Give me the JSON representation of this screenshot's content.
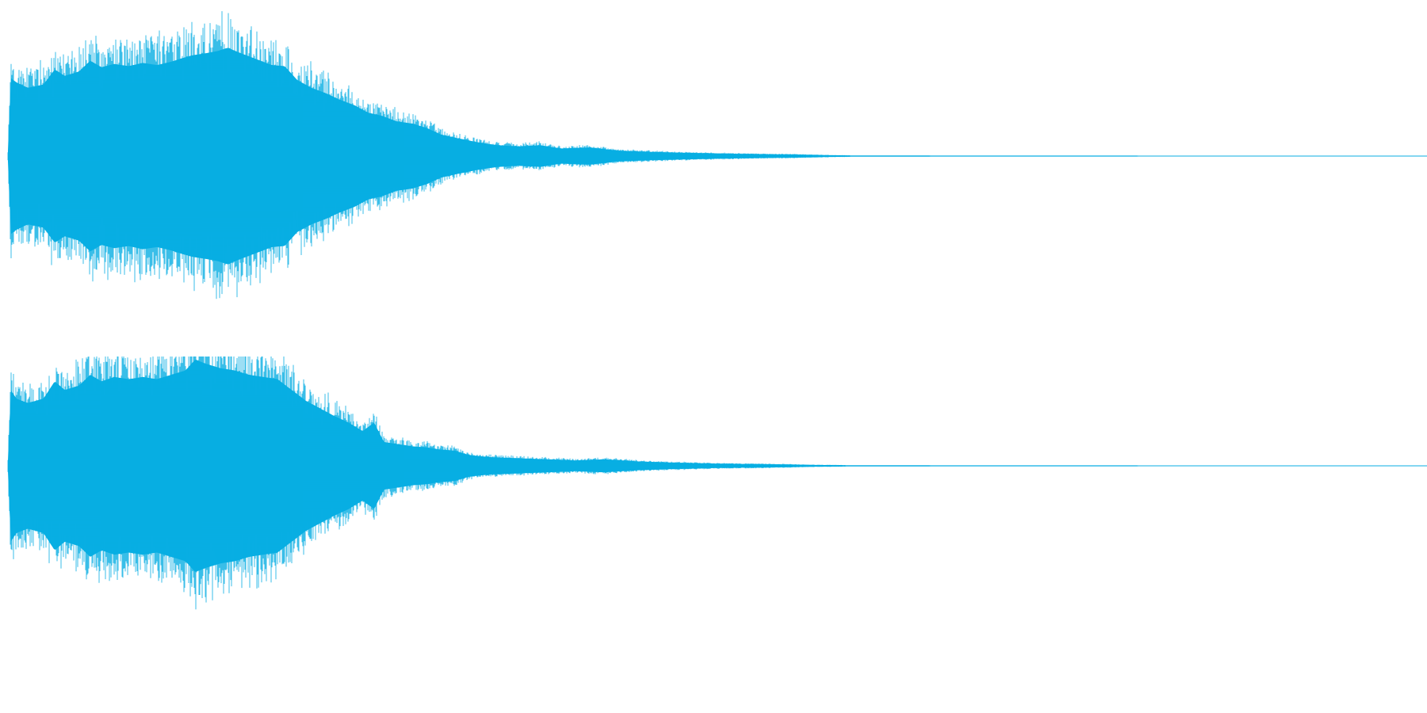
{
  "waveform": {
    "color": "#08aee3",
    "channels": [
      {
        "name": "left",
        "envelope": [
          [
            0.0,
            0.05
          ],
          [
            0.002,
            0.72
          ],
          [
            0.006,
            0.68
          ],
          [
            0.014,
            0.63
          ],
          [
            0.025,
            0.66
          ],
          [
            0.033,
            0.8
          ],
          [
            0.04,
            0.74
          ],
          [
            0.05,
            0.78
          ],
          [
            0.058,
            0.88
          ],
          [
            0.066,
            0.82
          ],
          [
            0.075,
            0.85
          ],
          [
            0.085,
            0.83
          ],
          [
            0.095,
            0.86
          ],
          [
            0.105,
            0.84
          ],
          [
            0.115,
            0.87
          ],
          [
            0.122,
            0.9
          ],
          [
            0.13,
            0.93
          ],
          [
            0.14,
            0.95
          ],
          [
            0.148,
            0.97
          ],
          [
            0.155,
            1.0
          ],
          [
            0.162,
            0.96
          ],
          [
            0.17,
            0.92
          ],
          [
            0.178,
            0.88
          ],
          [
            0.186,
            0.84
          ],
          [
            0.195,
            0.83
          ],
          [
            0.204,
            0.7
          ],
          [
            0.214,
            0.63
          ],
          [
            0.224,
            0.58
          ],
          [
            0.234,
            0.52
          ],
          [
            0.244,
            0.47
          ],
          [
            0.254,
            0.4
          ],
          [
            0.264,
            0.37
          ],
          [
            0.274,
            0.32
          ],
          [
            0.285,
            0.3
          ],
          [
            0.295,
            0.26
          ],
          [
            0.305,
            0.2
          ],
          [
            0.315,
            0.17
          ],
          [
            0.33,
            0.13
          ],
          [
            0.345,
            0.1
          ],
          [
            0.36,
            0.09
          ],
          [
            0.375,
            0.1
          ],
          [
            0.39,
            0.07
          ],
          [
            0.41,
            0.08
          ],
          [
            0.43,
            0.05
          ],
          [
            0.45,
            0.04
          ],
          [
            0.48,
            0.03
          ],
          [
            0.52,
            0.02
          ],
          [
            0.555,
            0.015
          ],
          [
            0.58,
            0.008
          ],
          [
            0.6,
            0.005
          ],
          [
            1.0,
            0.003
          ]
        ]
      },
      {
        "name": "right",
        "envelope": [
          [
            0.0,
            0.05
          ],
          [
            0.002,
            0.7
          ],
          [
            0.006,
            0.62
          ],
          [
            0.014,
            0.58
          ],
          [
            0.025,
            0.62
          ],
          [
            0.033,
            0.78
          ],
          [
            0.04,
            0.7
          ],
          [
            0.05,
            0.74
          ],
          [
            0.058,
            0.84
          ],
          [
            0.066,
            0.78
          ],
          [
            0.075,
            0.82
          ],
          [
            0.085,
            0.8
          ],
          [
            0.095,
            0.82
          ],
          [
            0.105,
            0.8
          ],
          [
            0.115,
            0.84
          ],
          [
            0.125,
            0.88
          ],
          [
            0.132,
            0.98
          ],
          [
            0.14,
            0.94
          ],
          [
            0.15,
            0.9
          ],
          [
            0.16,
            0.88
          ],
          [
            0.17,
            0.84
          ],
          [
            0.18,
            0.82
          ],
          [
            0.19,
            0.8
          ],
          [
            0.2,
            0.7
          ],
          [
            0.21,
            0.6
          ],
          [
            0.22,
            0.53
          ],
          [
            0.23,
            0.46
          ],
          [
            0.24,
            0.4
          ],
          [
            0.25,
            0.32
          ],
          [
            0.258,
            0.4
          ],
          [
            0.265,
            0.22
          ],
          [
            0.275,
            0.2
          ],
          [
            0.285,
            0.18
          ],
          [
            0.295,
            0.17
          ],
          [
            0.305,
            0.15
          ],
          [
            0.315,
            0.14
          ],
          [
            0.325,
            0.1
          ],
          [
            0.34,
            0.08
          ],
          [
            0.36,
            0.07
          ],
          [
            0.38,
            0.06
          ],
          [
            0.4,
            0.05
          ],
          [
            0.42,
            0.06
          ],
          [
            0.445,
            0.04
          ],
          [
            0.47,
            0.03
          ],
          [
            0.5,
            0.02
          ],
          [
            0.54,
            0.015
          ],
          [
            0.57,
            0.008
          ],
          [
            0.6,
            0.005
          ],
          [
            1.0,
            0.003
          ]
        ]
      }
    ]
  }
}
